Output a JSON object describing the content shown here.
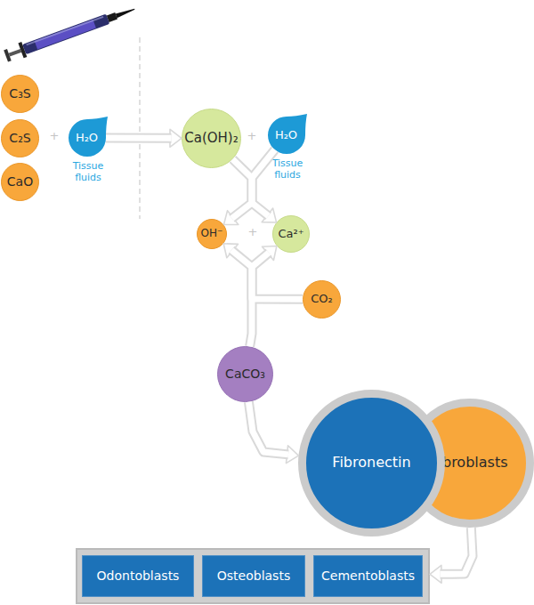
{
  "diagram": {
    "nodes": [
      {
        "text": [
          "C₃S"
        ]
      },
      {
        "text": [
          "C₂S"
        ]
      },
      {
        "text": [
          "CaO"
        ]
      },
      {
        "text": [
          "H₂O",
          "Tissue fluids"
        ]
      },
      {
        "text": [
          "Ca(OH)₂"
        ]
      },
      {
        "text": [
          "H₂O",
          "Tissue fluids"
        ]
      },
      {
        "text": [
          "OH⁻"
        ]
      },
      {
        "text": [
          "Ca²⁺"
        ]
      },
      {
        "text": [
          "CO₂"
        ]
      },
      {
        "text": [
          "CaCO₃"
        ]
      },
      {
        "text": [
          "Fibronectin"
        ]
      },
      {
        "text": [
          "Fibroblasts"
        ]
      },
      {
        "text": []
      },
      {
        "text": [
          "Odontoblasts"
        ],
        "in": 12
      },
      {
        "text": [
          "Osteoblasts"
        ],
        "in": 12
      },
      {
        "text": [
          "Cementoblasts"
        ],
        "in": 12
      }
    ],
    "edges": [
      {
        "from": 3,
        "to": 4,
        "arrow": "to"
      },
      {
        "from": 4,
        "to": 6,
        "arrow": "to"
      },
      {
        "from": 5,
        "to": 7,
        "arrow": "to"
      },
      {
        "from": 9,
        "to": 6,
        "arrow": "to"
      },
      {
        "from": 8,
        "to": 7,
        "arrow": "to"
      },
      {
        "from": 9,
        "to": 10,
        "arrow": "to"
      },
      {
        "from": 11,
        "to": 12,
        "arrow": "to"
      }
    ],
    "labels": [
      "+",
      "+",
      "+"
    ]
  }
}
